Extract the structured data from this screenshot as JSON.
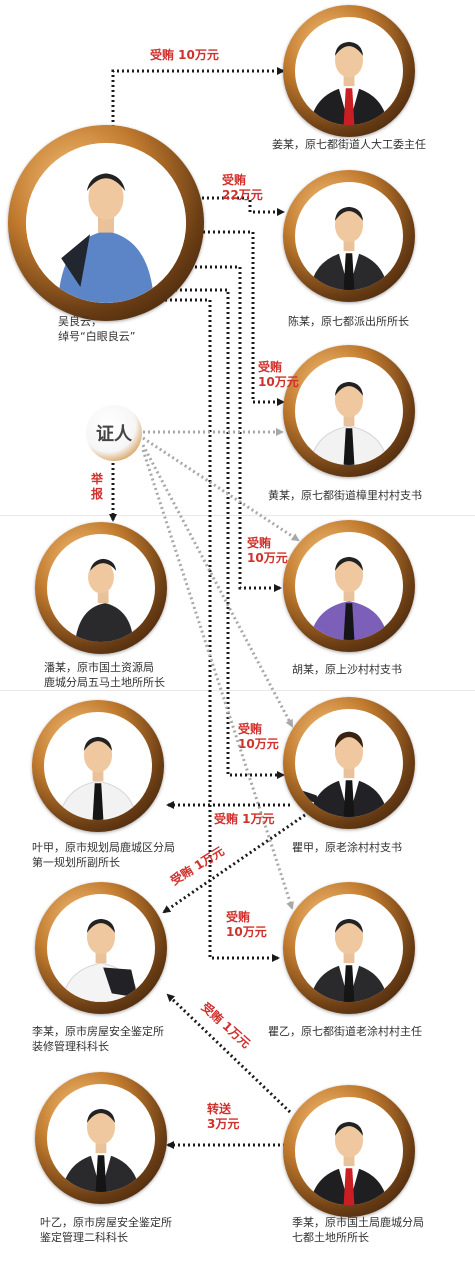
{
  "witness": {
    "label": "证人"
  },
  "report_label": "举报",
  "persons": {
    "wu": {
      "line1": "吴良云，",
      "line2": "绰号“白眼良云”"
    },
    "jiang": {
      "line1": "姜某，原七都街道人大工委主任"
    },
    "chen": {
      "line1": "陈某，原七都派出所所长"
    },
    "huang": {
      "line1": "黄某，原七都街道樟里村村支书"
    },
    "hu": {
      "line1": "胡某，原上沙村村支书"
    },
    "pan": {
      "line1": "潘某，原市国土资源局",
      "line2": "鹿城分局五马土地所所长"
    },
    "qu1": {
      "line1": "瞿甲，原老涂村村支书"
    },
    "yejia": {
      "line1": "叶甲，原市规划局鹿城区分局",
      "line2": "第一规划所副所长"
    },
    "li": {
      "line1": "李某，原市房屋安全鉴定所",
      "line2": "装修管理科科长"
    },
    "qu2": {
      "line1": "瞿乙，原七都街道老涂村村主任"
    },
    "yeyi": {
      "line1": "叶乙，原市房屋安全鉴定所",
      "line2": "鉴定管理二科科长"
    },
    "ji": {
      "line1": "季某，原市国土局鹿城分局",
      "line2": "七都土地所所长"
    }
  },
  "transfers": {
    "t_jiang": {
      "line1": "受贿 10万元"
    },
    "t_chen": {
      "line1": "受贿",
      "line2": "22万元"
    },
    "t_huang": {
      "line1": "受贿",
      "line2": "10万元"
    },
    "t_hu": {
      "line1": "受贿",
      "line2": "10万元"
    },
    "t_qu1": {
      "line1": "受贿",
      "line2": "10万元"
    },
    "t_yejia": {
      "line1": "受贿 1万元"
    },
    "t_li_a": {
      "line1": "受贿 1万元"
    },
    "t_qu2": {
      "line1": "受贿",
      "line2": "10万元"
    },
    "t_li_b": {
      "line1": "受贿 1万元"
    },
    "t_yeyi": {
      "line1": "转送",
      "line2": "3万元"
    }
  },
  "colors": {
    "accent": "#d0312d",
    "arrow_dark": "#1a1a1a",
    "arrow_gray": "#a8a8a8"
  }
}
